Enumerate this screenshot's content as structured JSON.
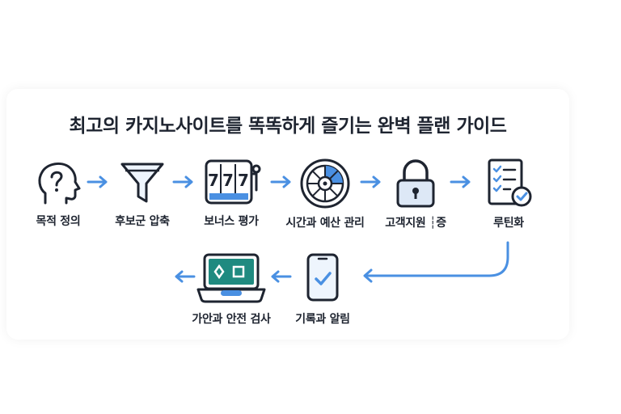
{
  "title": "최고의 카지노사이트를 똑똑하게 즐기는 완벽 플랜 가이드",
  "steps": [
    {
      "label": "목적 정의",
      "icon": "head-question-icon"
    },
    {
      "label": "후보군 압축",
      "icon": "funnel-icon"
    },
    {
      "label": "보너스 평가",
      "icon": "slot-machine-icon"
    },
    {
      "label": "시간과 예산 관리",
      "icon": "roulette-wheel-icon"
    },
    {
      "label": "고객지원 ┆증",
      "icon": "padlock-icon"
    },
    {
      "label": "루틴화",
      "icon": "checklist-icon"
    },
    {
      "label": "기록과 알림",
      "icon": "smartphone-check-icon"
    },
    {
      "label": "가안과 안전 검사",
      "icon": "laptop-cards-icon"
    }
  ],
  "colors": {
    "accent": "#4a90e2",
    "dark": "#1e2430",
    "teal": "#1f8a80"
  }
}
